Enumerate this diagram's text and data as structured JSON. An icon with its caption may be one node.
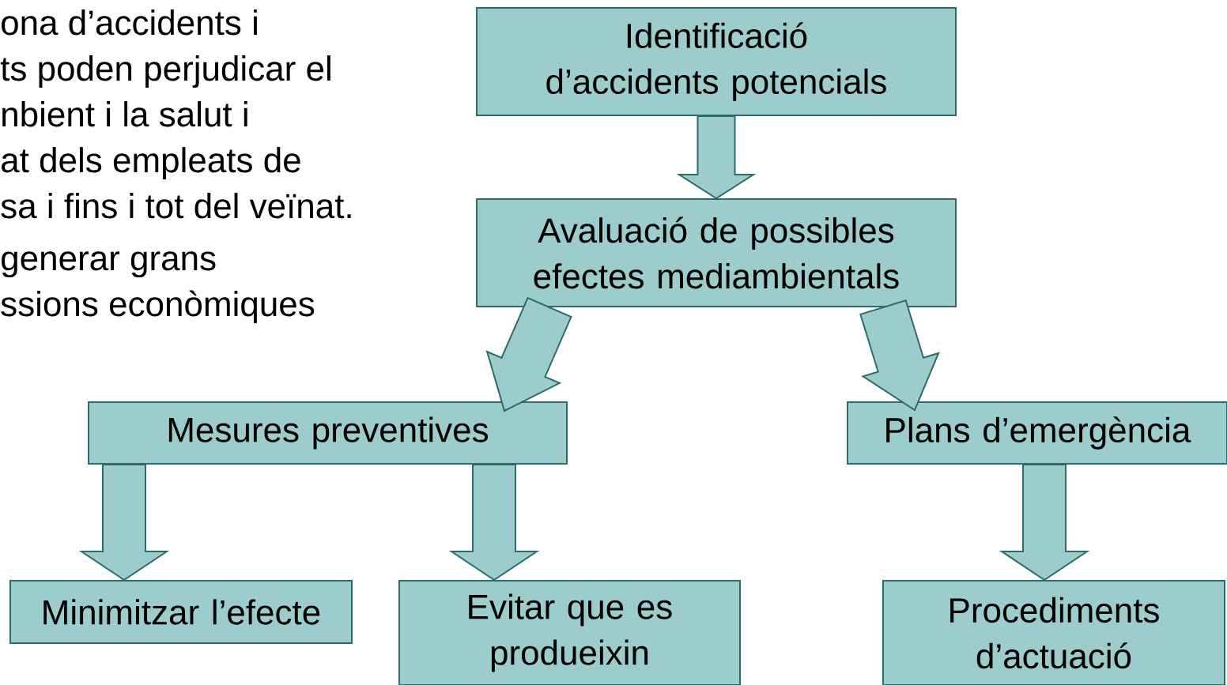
{
  "diagram": {
    "nodes": [
      {
        "text": [
          "Identificació d’accidents potencials"
        ]
      },
      {
        "text": [
          "Avaluació de possibles efectes mediambientals"
        ]
      },
      {
        "text": [
          "Mesures preventives"
        ]
      },
      {
        "text": [
          "Plans d’emergència"
        ]
      },
      {
        "text": [
          "Minimitzar l’efecte"
        ]
      },
      {
        "text": [
          "Evitar que es produeixin"
        ]
      },
      {
        "text": [
          "Procediments d’actuació"
        ]
      }
    ],
    "edges": [
      {
        "from": 0,
        "to": 1,
        "arrow": "to"
      },
      {
        "from": 1,
        "to": 2,
        "arrow": "to"
      },
      {
        "from": 1,
        "to": 3,
        "arrow": "to"
      },
      {
        "from": 2,
        "to": 4,
        "arrow": "to"
      },
      {
        "from": 2,
        "to": 5,
        "arrow": "to"
      },
      {
        "from": 3,
        "to": 6,
        "arrow": "to"
      }
    ],
    "labels": [
      "ona d’accidents i",
      "ts poden perjudicar el",
      "nbient i la salut i",
      "at dels empleats de",
      "sa i fins i tot del veïnat.",
      "generar grans",
      "ssions econòmiques"
    ]
  }
}
